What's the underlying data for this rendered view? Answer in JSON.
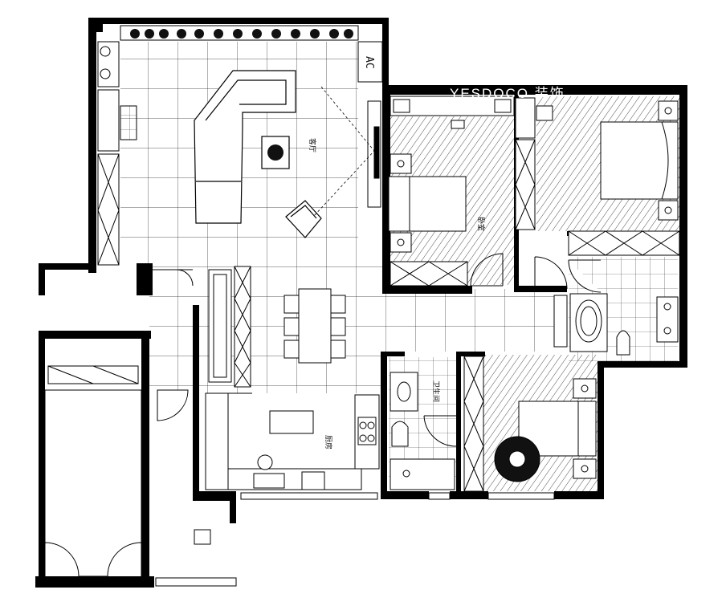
{
  "labels": {
    "living_room": "客厅",
    "bedroom": "卧室",
    "bathroom": "卫生间",
    "kitchen": "厨房",
    "ac": "AC"
  },
  "watermark": "YESDOCO 装饰",
  "colors": {
    "wall": "#000000",
    "line": "#111111",
    "background": "#ffffff"
  }
}
